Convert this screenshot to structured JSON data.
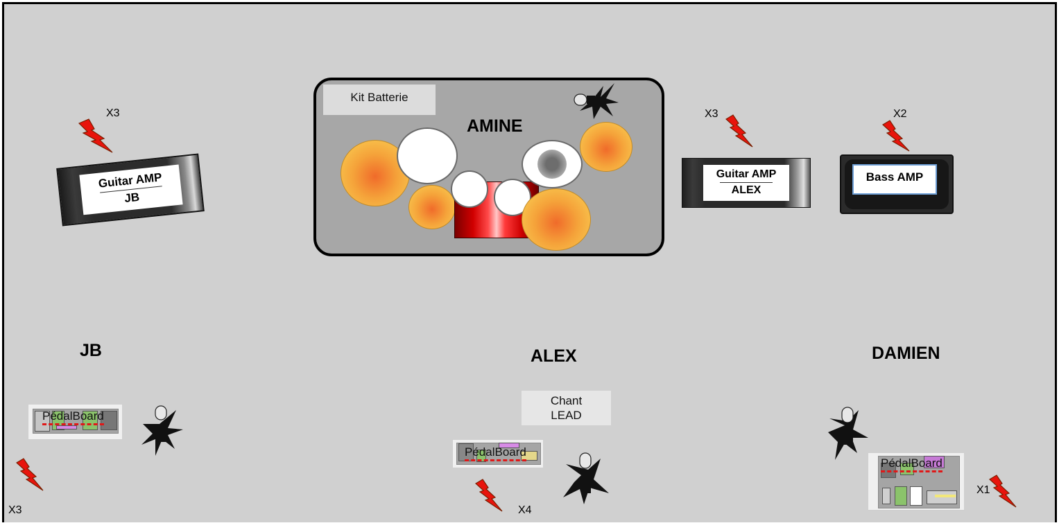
{
  "stage": {
    "drummer": "AMINE",
    "kit_label": "Kit Batterie",
    "musicians": {
      "jb": "JB",
      "alex": "ALEX",
      "damien": "DAMIEN"
    },
    "amps": {
      "guitar_jb": {
        "line1": "Guitar AMP",
        "line2": "JB"
      },
      "guitar_alex": {
        "line1": "Guitar AMP",
        "line2": "ALEX"
      },
      "bass": {
        "line1": "Bass AMP"
      }
    },
    "vocal": {
      "line1": "Chant",
      "line2": "LEAD"
    },
    "pedalboards": {
      "jb": "PédalBoard",
      "alex": "PédalBoard",
      "damien": "PédalBoard"
    },
    "power_outlets": {
      "guitar_jb": "X3",
      "guitar_alex": "X3",
      "bass": "X2",
      "jb_floor": "X3",
      "alex_floor": "X4",
      "damien_floor": "X1"
    },
    "colors": {
      "stage_bg": "#d0d0d0",
      "cymbal": "#f5a33a",
      "bass_drum": "#d10000",
      "lightning": "#e8140c",
      "pedal_marker": "#e01818"
    },
    "icons": {
      "power": "lightning-icon",
      "microphone": "microphone-stand-icon"
    }
  }
}
